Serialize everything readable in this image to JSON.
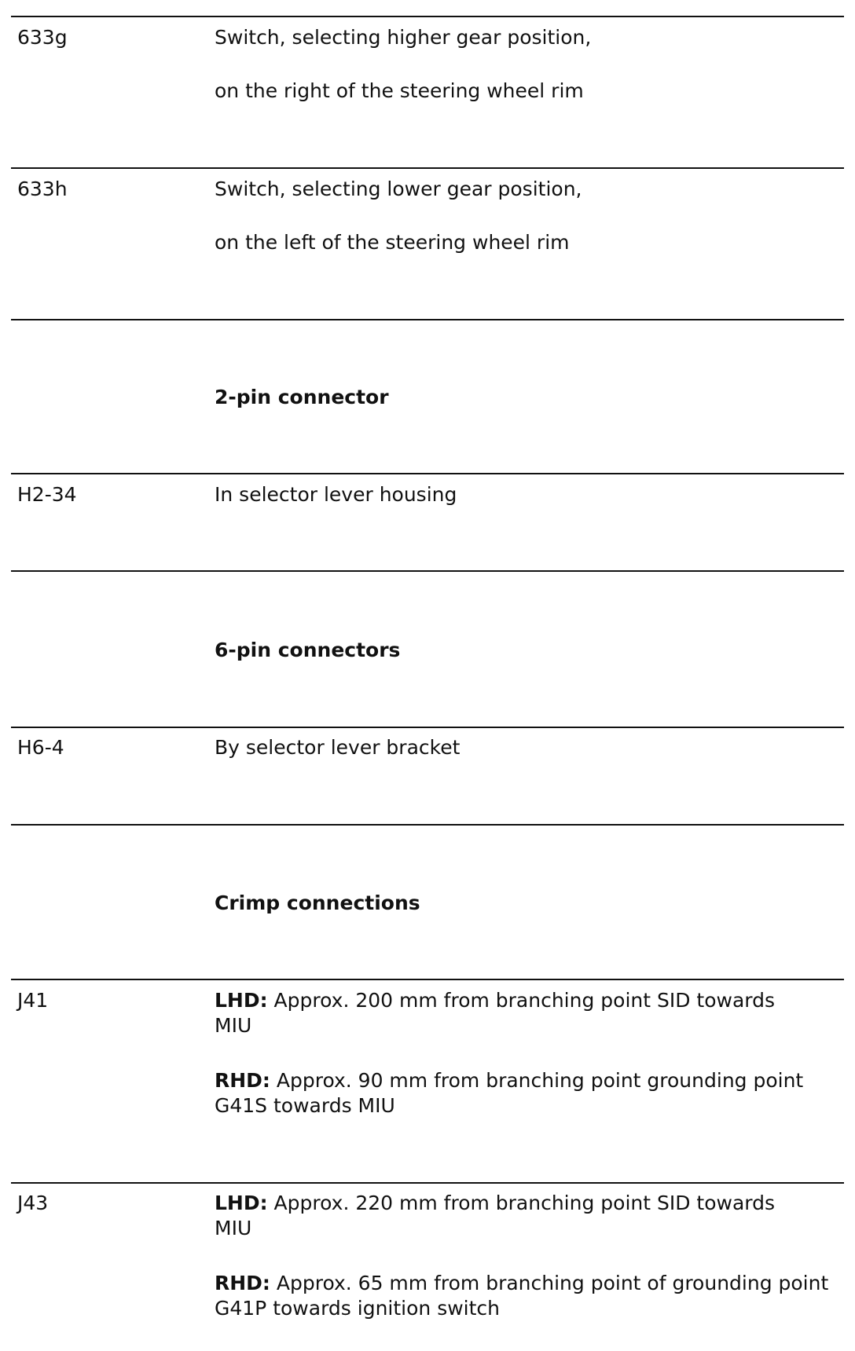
{
  "rows": [
    {
      "code": "633g",
      "line1": "Switch, selecting higher gear position,",
      "line2": "on the right of the steering wheel rim"
    },
    {
      "code": "633h",
      "line1": "Switch, selecting lower gear position,",
      "line2": "on the left of the steering wheel rim"
    }
  ],
  "sections": [
    {
      "heading": "2-pin connector",
      "entries": [
        {
          "code": "H2-34",
          "text": "In selector lever housing"
        }
      ]
    },
    {
      "heading": "6-pin connectors",
      "entries": [
        {
          "code": "H6-4",
          "text": "By selector lever bracket"
        }
      ]
    },
    {
      "heading": "Crimp connections",
      "entries": [
        {
          "code": "J41",
          "lhd_label": "LHD:",
          "lhd_text": " Approx. 200 mm from branching point SID towards MIU",
          "rhd_label": "RHD:",
          "rhd_text": " Approx. 90 mm from branching point grounding point G41S towards MIU"
        },
        {
          "code": "J43",
          "lhd_label": "LHD:",
          "lhd_text": " Approx. 220 mm from branching point SID towards MIU",
          "rhd_label": "RHD:",
          "rhd_text": " Approx. 65 mm from branching point of grounding point G41P towards ignition switch"
        }
      ]
    }
  ]
}
